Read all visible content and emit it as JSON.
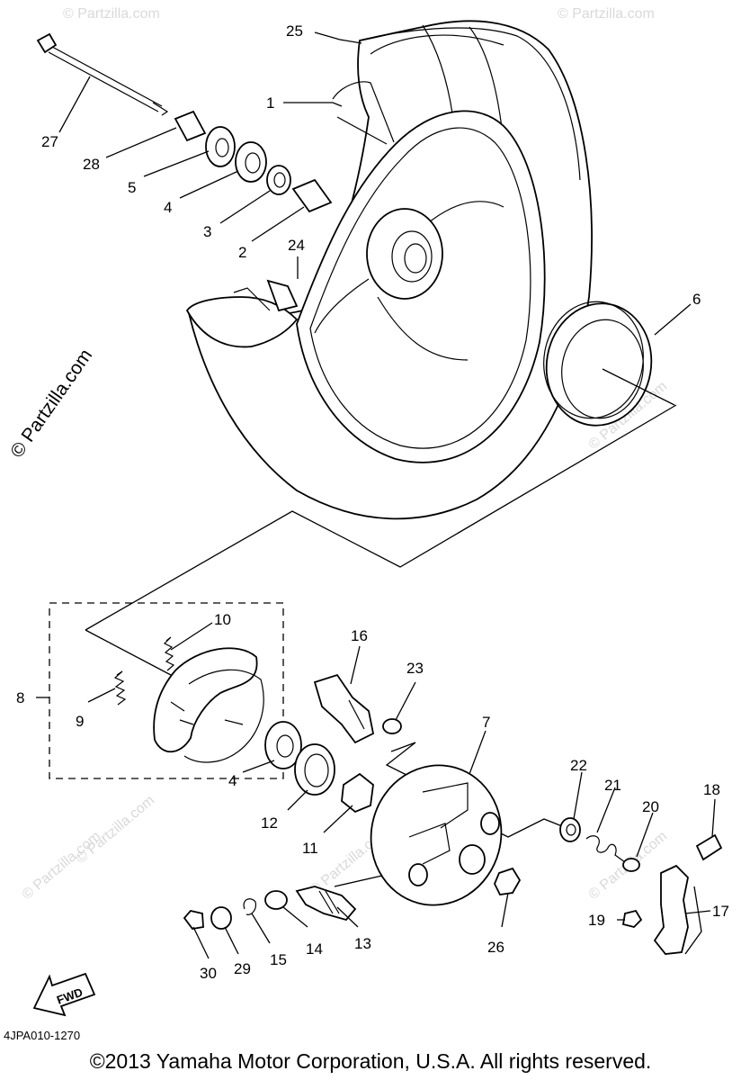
{
  "diagram": {
    "callouts": [
      "25",
      "1",
      "27",
      "28",
      "5",
      "4",
      "3",
      "2",
      "24",
      "6",
      "10",
      "16",
      "23",
      "8",
      "9",
      "7",
      "22",
      "21",
      "20",
      "18",
      "4",
      "12",
      "11",
      "19",
      "17",
      "13",
      "26",
      "14",
      "15",
      "29",
      "30"
    ],
    "fwd_label": "FWD",
    "watermark_side": "© Partzilla.com",
    "watermark_light": "© Partzilla.com",
    "diagram_code": "4JPA010-1270",
    "copyright": "©2013  Yamaha Motor Corporation, U.S.A. All rights reserved."
  }
}
